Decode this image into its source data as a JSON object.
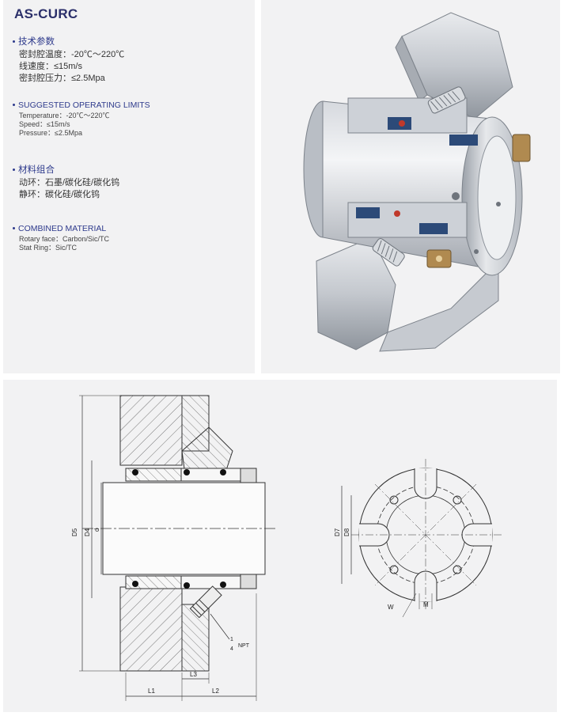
{
  "title": "AS-CURC",
  "sections": [
    {
      "heading": "技术参数",
      "lines": [
        "密封腔温度：-20℃～220℃",
        "线速度：≤15m/s",
        "密封腔压力：≤2.5Mpa"
      ]
    },
    {
      "heading": "SUGGESTED OPERATING LIMITS",
      "lines": [
        "Temperature：-20℃～220℃",
        "Speed：≤15m/s",
        "Pressure：≤2.5Mpa"
      ]
    },
    {
      "heading": "材料组合",
      "lines": [
        "动环：石墨/碳化硅/碳化钨",
        "静环：碳化硅/碳化钨"
      ]
    },
    {
      "heading": "COMBINED MATERIAL",
      "lines": [
        "Rotary face：Carbon/Sic/TC",
        "Stat Ring：Sic/TC"
      ]
    }
  ],
  "drawing_labels": {
    "d5": "D5",
    "d4": "D4",
    "d": "d",
    "l1": "L1",
    "l2": "L2",
    "l3": "L3",
    "npt_num": "1",
    "npt_den": "4",
    "npt": "NPT",
    "d7": "D7",
    "d8": "D8",
    "w": "W",
    "m": "M"
  },
  "colors": {
    "title": "#2b2f6a",
    "heading": "#2e3a8c",
    "panel": "#f2f2f3",
    "seal_metal": "#c8ccd2",
    "bronze": "#b08a50",
    "oring": "#e07050",
    "dark_blue": "#2c4a78"
  }
}
